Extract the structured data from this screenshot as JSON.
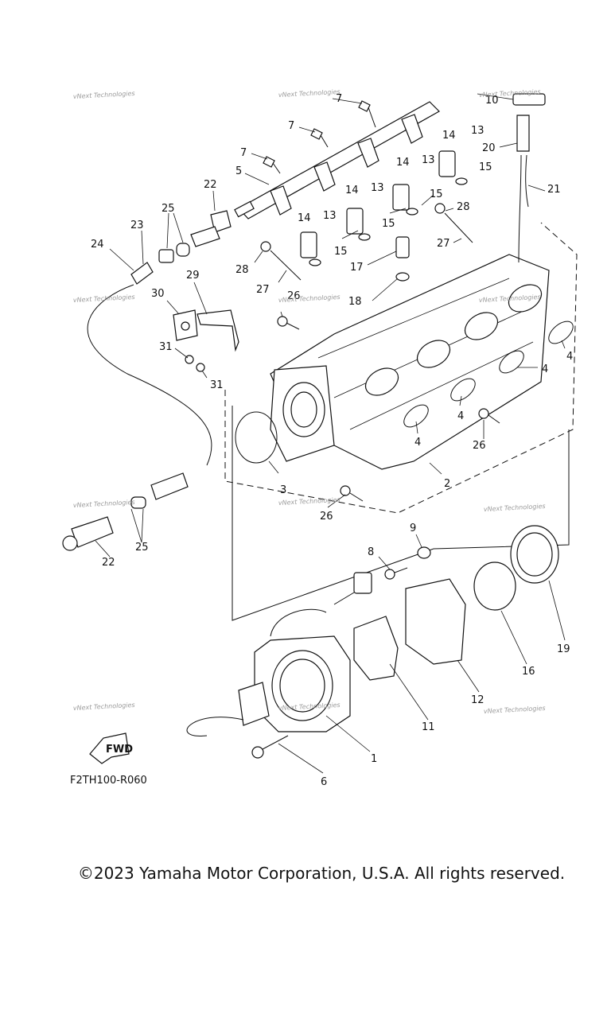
{
  "diagram": {
    "code": "F2TH100-R060",
    "fwd_label": "FWD",
    "watermark": "vNext Technologies"
  },
  "copyright": "©2023 Yamaha Motor Corporation, U.S.A. All rights reserved.",
  "callouts": [
    "1",
    "2",
    "3",
    "4",
    "4",
    "4",
    "4",
    "4",
    "5",
    "6",
    "7",
    "7",
    "7",
    "8",
    "9",
    "10",
    "11",
    "12",
    "13",
    "13",
    "13",
    "13",
    "14",
    "14",
    "14",
    "14",
    "15",
    "15",
    "15",
    "15",
    "16",
    "17",
    "18",
    "19",
    "20",
    "21",
    "22",
    "22",
    "23",
    "24",
    "25",
    "25",
    "26",
    "26",
    "26",
    "27",
    "27",
    "28",
    "28",
    "29",
    "30",
    "31",
    "31"
  ]
}
